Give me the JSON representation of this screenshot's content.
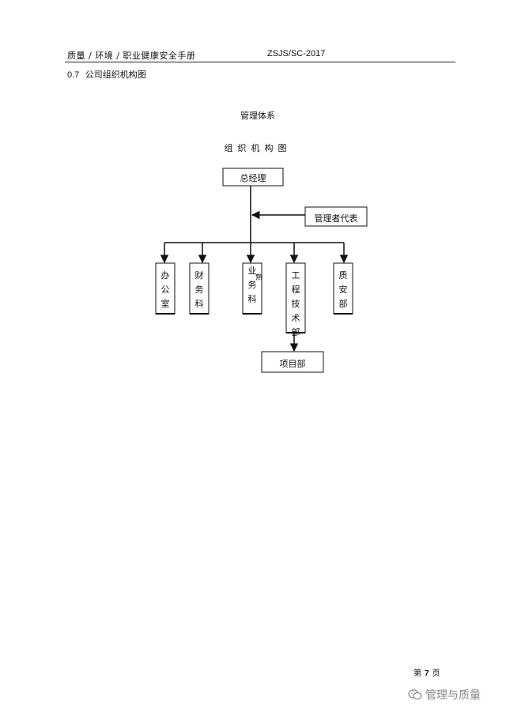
{
  "header": {
    "left": "质量 / 环境 / 职业健康安全手册",
    "right": "ZSJS/SC-2017"
  },
  "section": {
    "number": "0.7",
    "title": "公司组织机构图"
  },
  "chart": {
    "title": "管理体系",
    "subtitle": "组织机构图",
    "top": "总经理",
    "representative": "管理者代表",
    "departments": [
      "办公室",
      "财务科",
      "业务科",
      "工程技术部",
      "质安部"
    ],
    "overlay_glyph": "熟",
    "sub_unit": "项目部"
  },
  "footer": {
    "page_prefix": "第",
    "page_number": "7",
    "page_suffix": "页"
  },
  "watermark": {
    "text": "管理与质量",
    "icon": "wechat-icon"
  }
}
